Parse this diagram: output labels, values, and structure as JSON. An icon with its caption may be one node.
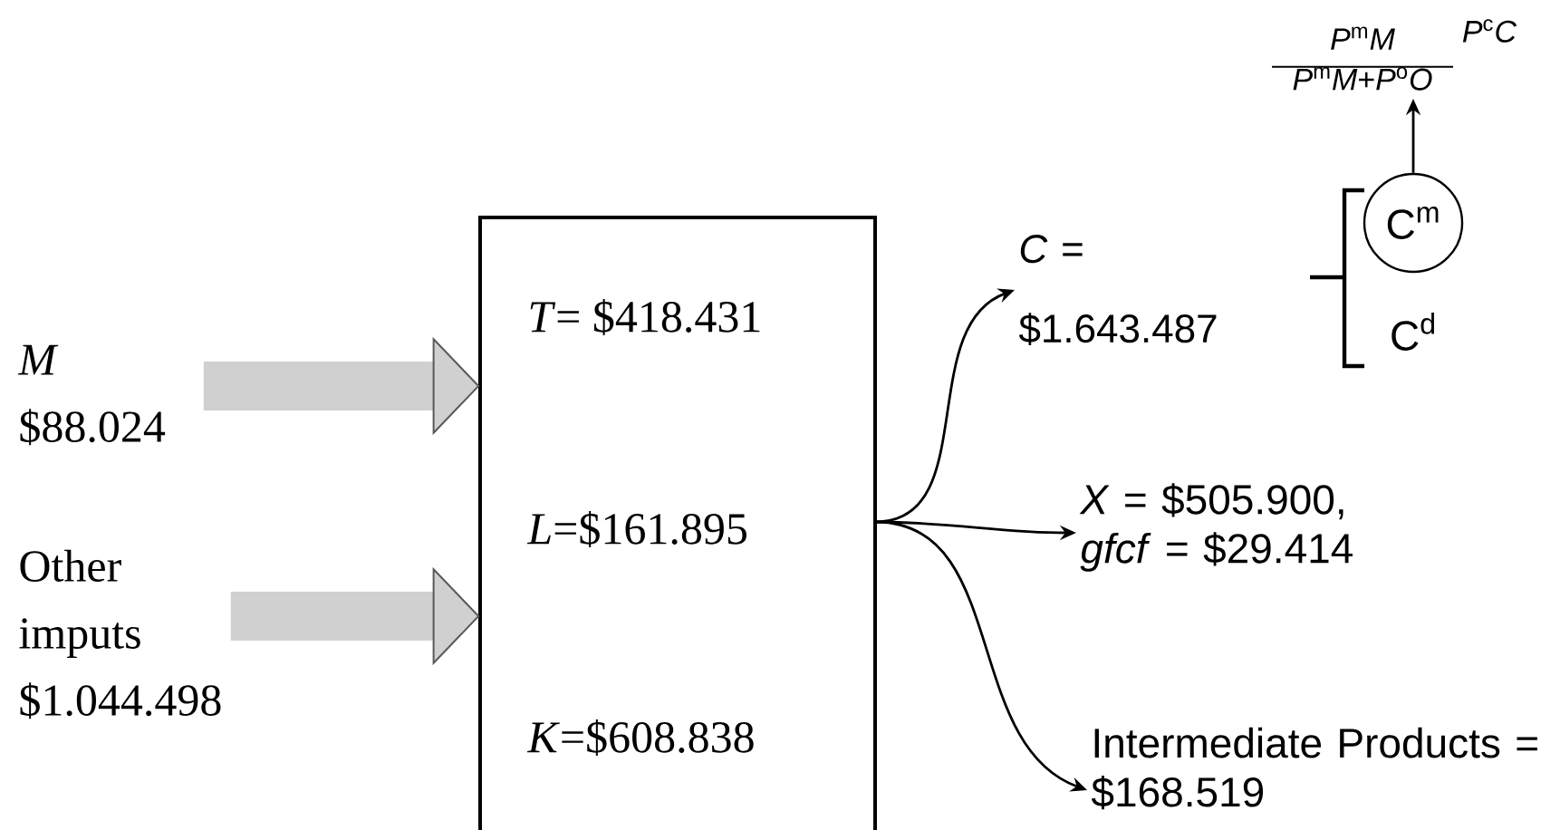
{
  "diagram": {
    "nodes": [
      {
        "text": [
          "*M* $88.024"
        ]
      },
      {
        "text": [
          "Other imputs $1.044.498"
        ]
      },
      {
        "text": [
          "*T*= $418.431",
          "*L*=$161.895",
          "*K*=$608.838"
        ]
      },
      {
        "text": [
          "*C* = $1.643.487"
        ]
      },
      {
        "text": [
          "C$^{m}$"
        ]
      },
      {
        "text": [
          "*P*$^{m}$*M*",
          "*P*$^{m}$*M*+*P*$^{o}$*O*"
        ]
      },
      {
        "text": [
          "*X* = $505.900, *gfcf* = $29.414"
        ]
      },
      {
        "text": [
          "Intermediate Products = $168.519"
        ]
      }
    ],
    "edges": [
      {
        "from": 0,
        "to": 2,
        "arrow": "to",
        "style": "thick",
        "color": "#d0d0d0"
      },
      {
        "from": 1,
        "to": 2,
        "arrow": "to",
        "style": "thick",
        "color": "#d0d0d0"
      },
      {
        "from": 2,
        "to": 3,
        "arrow": "to"
      },
      {
        "from": 2,
        "to": 6,
        "arrow": "to"
      },
      {
        "from": 2,
        "to": 7,
        "arrow": "to"
      },
      {
        "from": 4,
        "to": 5,
        "arrow": "to"
      }
    ],
    "labels": [
      "*P*$^{c}$*C*",
      "C$^{d}$"
    ]
  }
}
